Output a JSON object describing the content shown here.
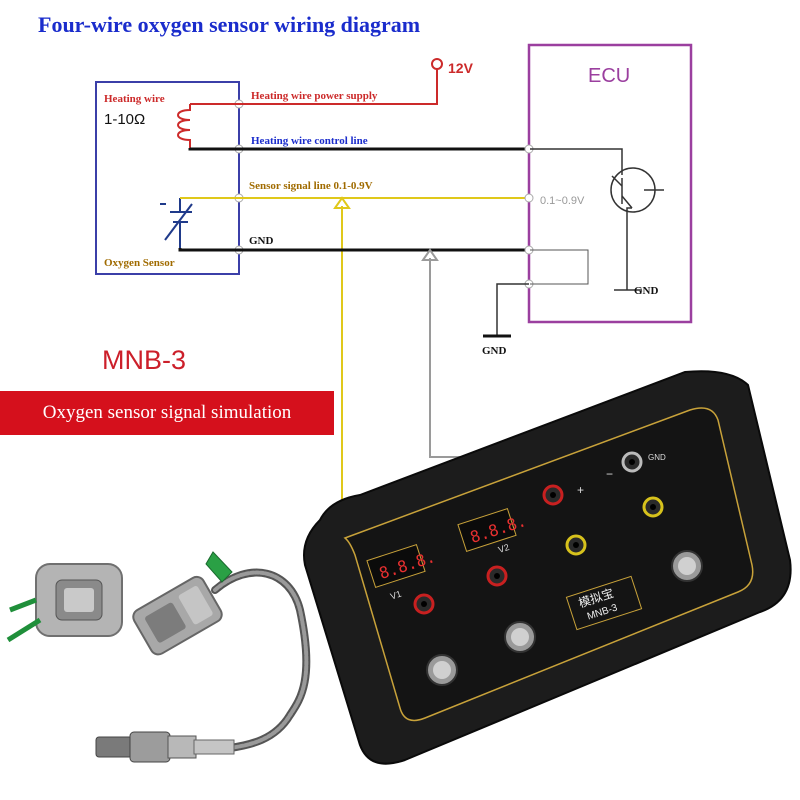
{
  "diagram": {
    "title": "Four-wire oxygen sensor wiring diagram",
    "sensor_box": {
      "heating_wire_label": "Heating wire",
      "resistance_label": "1-10Ω",
      "oxygen_sensor_label": "Oxygen Sensor"
    },
    "lines": {
      "heating_power": "Heating wire power supply",
      "heating_control": "Heating wire control line",
      "sensor_signal": "Sensor signal line 0.1-0.9V",
      "gnd": "GND"
    },
    "supply_label": "12V",
    "ecu": {
      "label": "ECU",
      "signal_range": "0.1~0.9V",
      "gnd_label": "GND"
    },
    "ground_label": "GND",
    "colors": {
      "sensor_box": "#3b3fa8",
      "ecu_box": "#9b3f9f",
      "heating_power_wire": "#cc2a2a",
      "control_wire": "#111111",
      "signal_wire": "#e0c81a",
      "gnd_wire": "#999999",
      "title": "#1a2ccc",
      "banner": "#d5101c"
    }
  },
  "product": {
    "model": "MNB-3",
    "banner_text": "Oxygen sensor signal simulation",
    "device": {
      "display_v1_reading": "8.8.8.",
      "display_v2_reading": "8.8.8.",
      "v1_label": "V1",
      "v2_label": "V2",
      "brand_label": "模拟宝",
      "model_label": "MNB-3",
      "gnd_label": "GND",
      "plus_label": "+",
      "minus_label": "−"
    }
  }
}
